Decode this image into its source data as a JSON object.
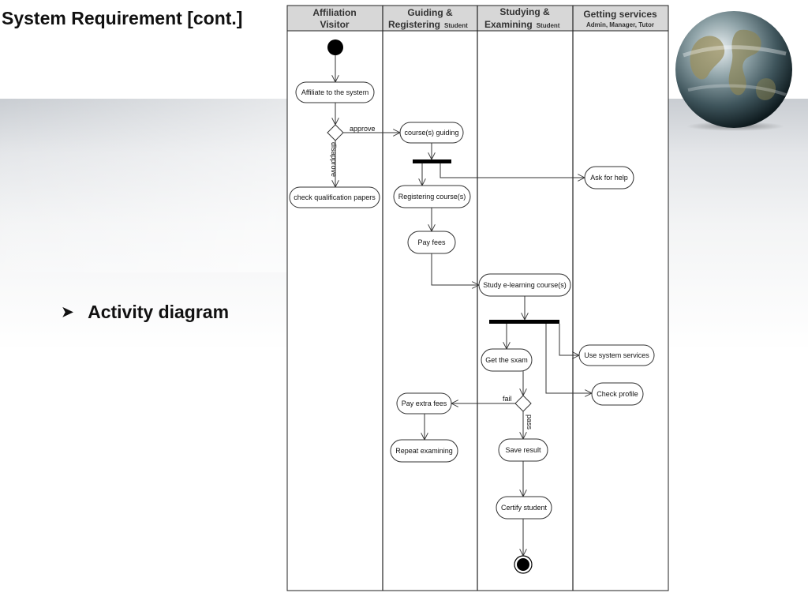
{
  "slide": {
    "title": "System Requirement [cont.]",
    "bullet": "Activity diagram",
    "bullet_icon": "arrowhead-bullet-icon",
    "decoration_icon": "globe-icon"
  },
  "diagram": {
    "lanes": [
      {
        "title1": "Affiliation",
        "title2": "Visitor",
        "sub": ""
      },
      {
        "title1": "Guiding &",
        "title2": "Registering",
        "sub": "Student"
      },
      {
        "title1": "Studying &",
        "title2": "Examining",
        "sub": "Student"
      },
      {
        "title1": "Getting services",
        "title2": "",
        "sub": "Admin, Manager, Tutor"
      }
    ],
    "nodes": {
      "affiliate": "Affiliate to the system",
      "check_papers": "check qualification papers",
      "guiding": "course(s) guiding",
      "registering": "Registering course(s)",
      "pay_fees": "Pay fees",
      "ask_help": "Ask for help",
      "study": "Study e-learning course(s)",
      "get_exam": "Get the sxam",
      "use_services": "Use system services",
      "check_profile": "Check profile",
      "pay_extra": "Pay extra fees",
      "repeat": "Repeat examining",
      "save_result": "Save result",
      "certify": "Certify student"
    },
    "edge_labels": {
      "approve": "approve",
      "disapprove": "disapprove",
      "fail": "fail",
      "pass": "pass"
    }
  }
}
